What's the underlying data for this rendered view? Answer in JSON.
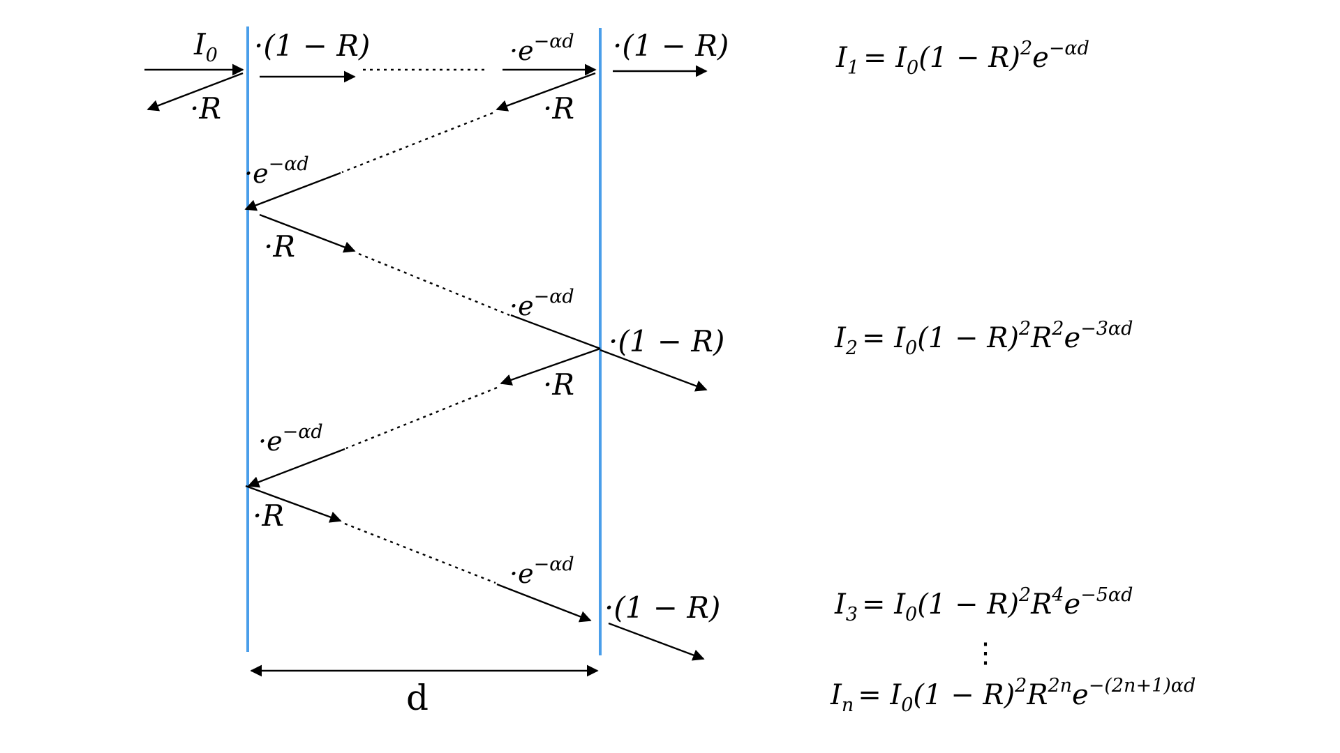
{
  "diagram": {
    "mirror_color": "#4a9eea",
    "ray_color": "#000000",
    "labels": {
      "incident": "I",
      "incident_sub": "0",
      "times_R": "·R",
      "times_one_minus_R": "·(1 − R)",
      "times_attenuation_base": "·e",
      "attenuation_exponent": "−αd",
      "thickness": "d"
    },
    "equations": [
      {
        "lhs": "I",
        "lhs_sub": "1",
        "rhs_pre": "= I",
        "rhs_pre_sub": "0",
        "rhs_mid": "(1 − R)",
        "rhs_mid_sup": "2",
        "r_base": "",
        "r_sup": "",
        "e_base": "e",
        "e_sup": "−αd"
      },
      {
        "lhs": "I",
        "lhs_sub": "2",
        "rhs_pre": "= I",
        "rhs_pre_sub": "0",
        "rhs_mid": "(1 − R)",
        "rhs_mid_sup": "2",
        "r_base": "R",
        "r_sup": "2",
        "e_base": "e",
        "e_sup": "−3αd"
      },
      {
        "lhs": "I",
        "lhs_sub": "3",
        "rhs_pre": "= I",
        "rhs_pre_sub": "0",
        "rhs_mid": "(1 − R)",
        "rhs_mid_sup": "2",
        "r_base": "R",
        "r_sup": "4",
        "e_base": "e",
        "e_sup": "−5αd"
      },
      {
        "lhs": "I",
        "lhs_sub": "n",
        "rhs_pre": "= I",
        "rhs_pre_sub": "0",
        "rhs_mid": "(1 − R)",
        "rhs_mid_sup": "2",
        "r_base": "R",
        "r_sup": "2n",
        "e_base": "e",
        "e_sup": "−(2n+1)αd"
      }
    ],
    "vdots": "⋮"
  }
}
